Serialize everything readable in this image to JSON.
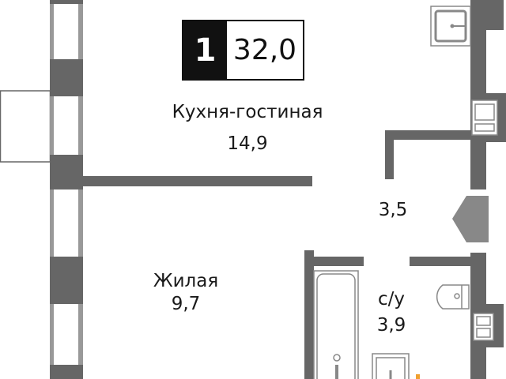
{
  "apartment": {
    "rooms": "1",
    "total_area": "32,0"
  },
  "rooms": [
    {
      "name": "Кухня-гостиная",
      "area": "14,9"
    },
    {
      "name": "Жилая",
      "area": "9,7"
    },
    {
      "name": "",
      "area": "3,5"
    },
    {
      "name": "с/у",
      "area": "3,9"
    }
  ],
  "colors": {
    "wall": "#666666",
    "badge": "#111111",
    "fixture": "#888888"
  }
}
